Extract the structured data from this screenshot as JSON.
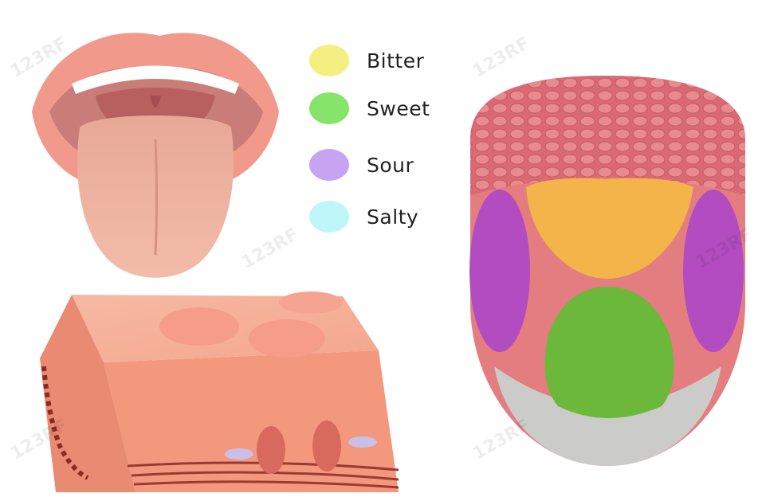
{
  "legend": [
    {
      "label": "Bitter",
      "color": "#f5ef82"
    },
    {
      "label": "Sweet",
      "color": "#86e46a"
    },
    {
      "label": "Sour",
      "color": "#c8a3f2"
    },
    {
      "label": "Salty",
      "color": "#bff6f8"
    }
  ],
  "zones": {
    "bitter_color": "#f3b44a",
    "sweet_color": "#6bb83a",
    "sour_color": "#b24cc0"
  },
  "watermark": "123RF"
}
